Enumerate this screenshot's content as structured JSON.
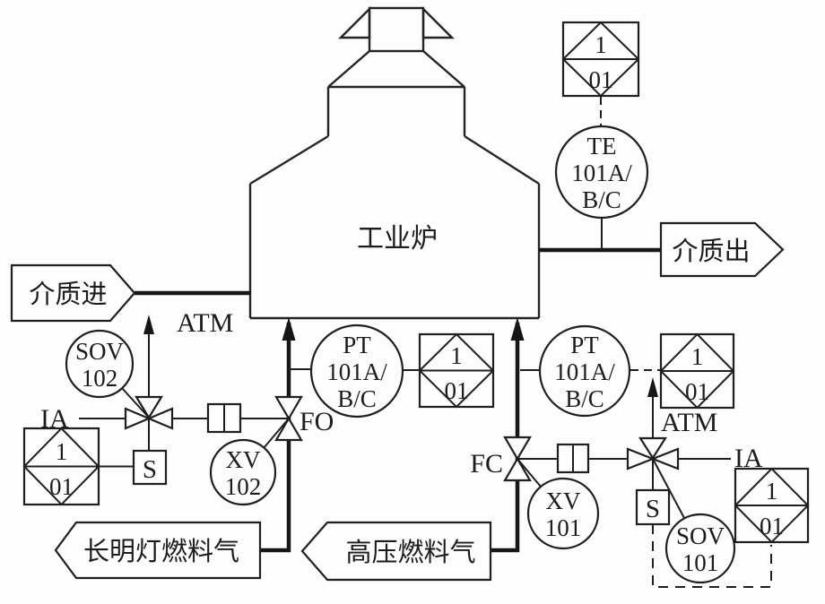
{
  "furnace": {
    "label": "工业炉"
  },
  "streams": {
    "medium_in": "介质进",
    "medium_out": "介质出",
    "pilot_gas": "长明灯燃料气",
    "hp_gas": "高压燃料气"
  },
  "labels": {
    "atm_left": "ATM",
    "atm_right": "ATM",
    "ia_left": "IA",
    "ia_right": "IA",
    "fail_open": "FO",
    "fail_closed": "FC",
    "solenoid_left": "S",
    "solenoid_right": "S"
  },
  "instruments": {
    "te": {
      "line1": "TE",
      "line2": "101A/",
      "line3": "B/C"
    },
    "pt_left": {
      "line1": "PT",
      "line2": "101A/",
      "line3": "B/C"
    },
    "pt_right": {
      "line1": "PT",
      "line2": "101A/",
      "line3": "B/C"
    },
    "xv102": {
      "line1": "XV",
      "line2": "102"
    },
    "xv101": {
      "line1": "XV",
      "line2": "101"
    },
    "sov102": {
      "line1": "SOV",
      "line2": "102"
    },
    "sov101": {
      "line1": "SOV",
      "line2": "101"
    }
  },
  "interlocks": {
    "top": {
      "line1": "1",
      "line2": "01"
    },
    "middle": {
      "line1": "1",
      "line2": "01"
    },
    "right": {
      "line1": "1",
      "line2": "01"
    },
    "left": {
      "line1": "1",
      "line2": "01"
    },
    "bottom_right": {
      "line1": "1",
      "line2": "01"
    }
  },
  "colors": {
    "line": "#1f1f1f",
    "background": "#fdfdfd"
  }
}
